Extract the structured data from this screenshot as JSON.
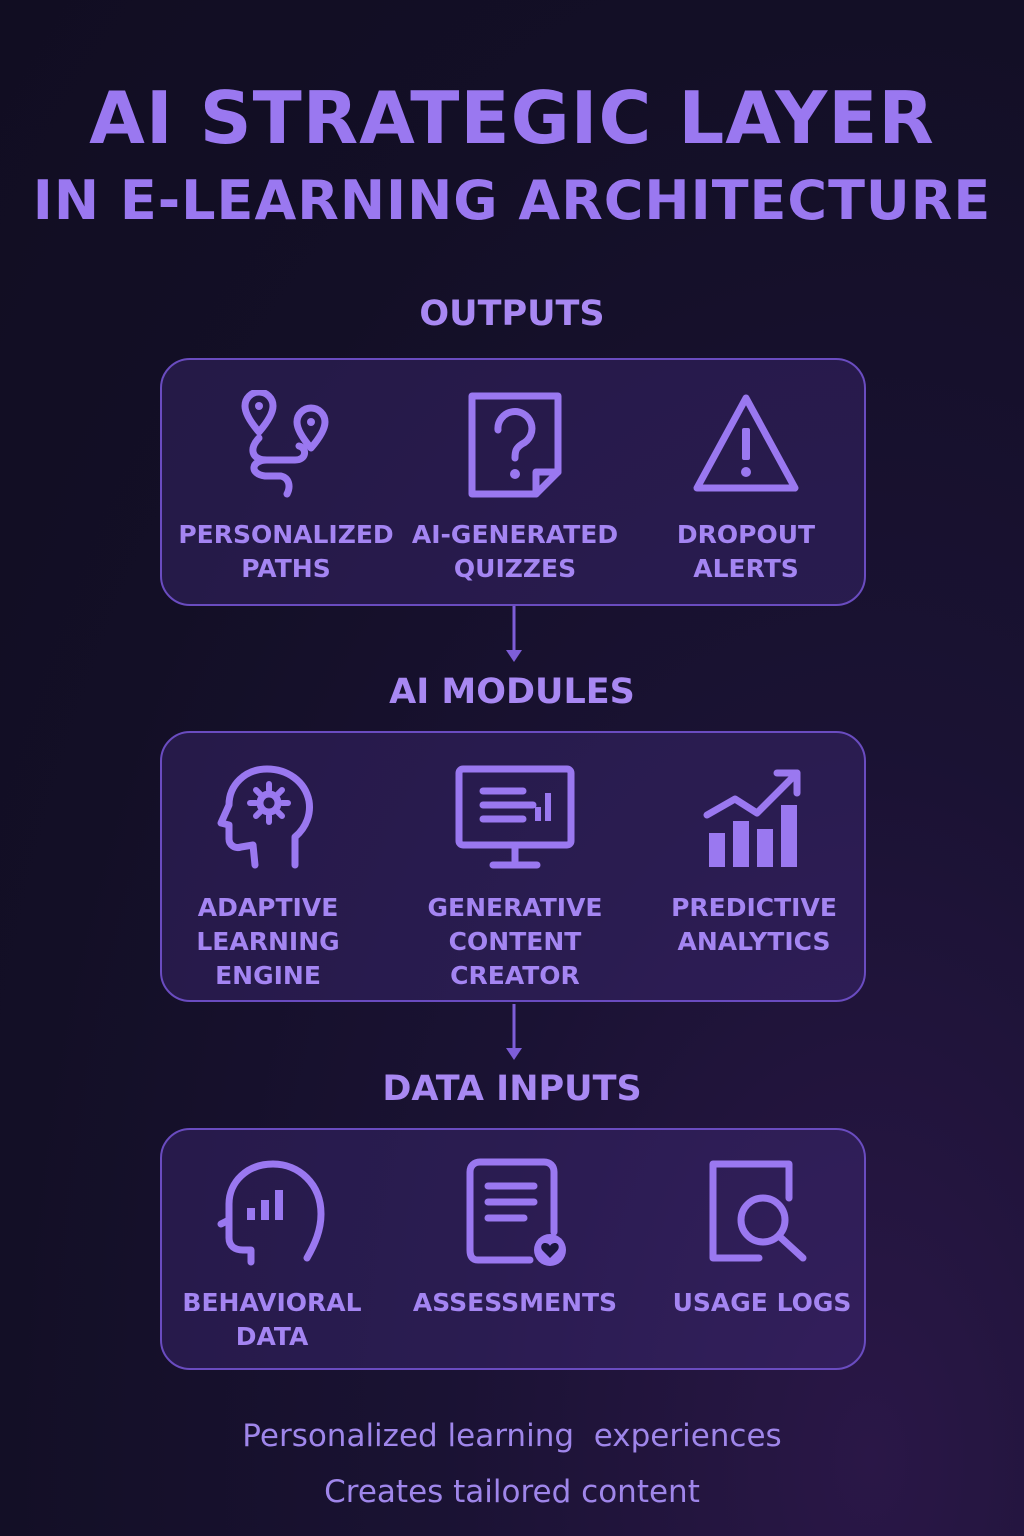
{
  "title": {
    "line1": "AI STRATEGIC LAYER",
    "line2": "IN E-LEARNING ARCHITECTURE"
  },
  "sections": {
    "outputs": {
      "label": "OUTPUTS",
      "items": [
        {
          "icon": "map-route-icon",
          "label": "PERSONALIZED\nPATHS"
        },
        {
          "icon": "question-document-icon",
          "label": "AI-GENERATED\nQUIZZES"
        },
        {
          "icon": "warning-triangle-icon",
          "label": "DROPOUT\nALERTS"
        }
      ]
    },
    "modules": {
      "label": "AI MODULES",
      "items": [
        {
          "icon": "head-gear-icon",
          "label": "ADAPTIVE\nLEARNING\nENGINE"
        },
        {
          "icon": "monitor-icon",
          "label": "GENERATIVE\nCONTENT CREATOR"
        },
        {
          "icon": "trend-chart-icon",
          "label": "PREDICTIVE\nANALYTICS"
        }
      ]
    },
    "inputs": {
      "label": "DATA INPUTS",
      "items": [
        {
          "icon": "head-chart-icon",
          "label": "BEHAVIORAL\nDATA"
        },
        {
          "icon": "document-badge-icon",
          "label": "ASSESSMENTS"
        },
        {
          "icon": "magnifier-document-icon",
          "label": "USAGE LOGS"
        }
      ]
    }
  },
  "footer": {
    "line1": "Personalized learning  experiences",
    "line2": "Creates tailored content"
  },
  "colors": {
    "accent": "#9a78f0",
    "panel_border": "#6a4cc0",
    "background": "#130f26"
  }
}
